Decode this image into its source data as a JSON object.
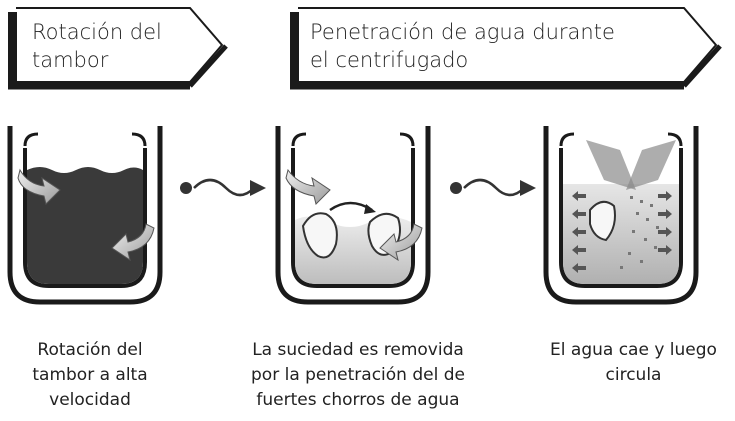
{
  "banners": [
    {
      "line1": "Rotación del",
      "line2": "tambor"
    },
    {
      "line1": "Penetración de agua durante",
      "line2": "el centrifugado"
    }
  ],
  "captions": [
    {
      "line1": "Rotación del",
      "line2": "tambor a alta",
      "line3": "velocidad"
    },
    {
      "line1": "La suciedad es removida",
      "line2": "por la penetración del de",
      "line3": "fuertes chorros de  agua"
    },
    {
      "line1": "El agua cae y luego",
      "line2": "circula",
      "line3": ""
    }
  ],
  "colors": {
    "outline": "#1a1a1a",
    "water_dark": "#3a3a3a",
    "water_light": "#cfcfcf",
    "arrow_fill": "#d9d9d9"
  }
}
